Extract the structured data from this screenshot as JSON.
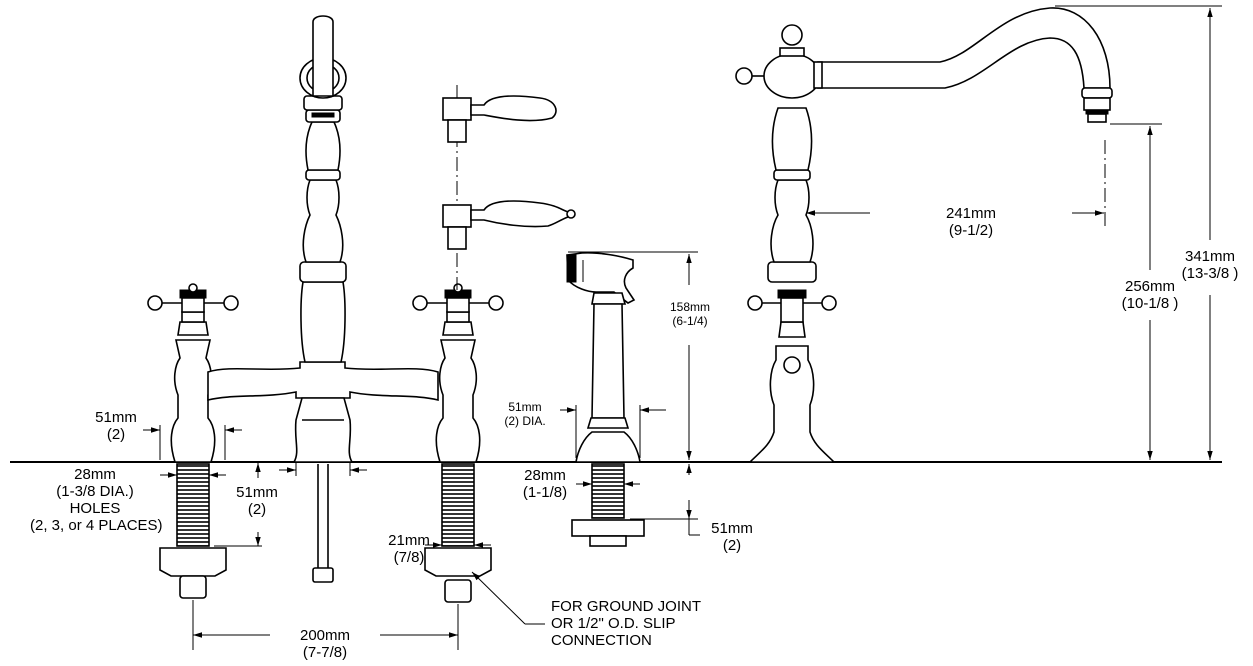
{
  "colors": {
    "line": "#000000",
    "background": "#ffffff"
  },
  "labels": {
    "d51_bl_mm": "51mm",
    "d51_bl_in": "(2)",
    "d28_l_mm": "28mm",
    "d28_l_in": "(1-3/8 DIA.)",
    "holes": "HOLES",
    "places": "(2, 3, or 4 PLACES)",
    "d51_c_mm": "51mm",
    "d51_c_in": "(2)",
    "d21_mm": "21mm",
    "d21_in": "(7/8)",
    "d200_mm": "200mm",
    "d200_in": "(7-7/8)",
    "note1": "FOR GROUND JOINT",
    "note2": "OR 1/2\" O.D. SLIP",
    "note3": "CONNECTION",
    "d158_mm": "158mm",
    "d158_in": "(6-1/4)",
    "d51_s_mm": "51mm",
    "d51_s_in": "(2) DIA.",
    "d28_s_mm": "28mm",
    "d28_s_in": "(1-1/8)",
    "d51_sb_mm": "51mm",
    "d51_sb_in": "(2)",
    "d241_mm": "241mm",
    "d241_in": "(9-1/2)",
    "d256_mm": "256mm",
    "d256_in": "(10-1/8 )",
    "d341_mm": "341mm",
    "d341_in": "(13-3/8 )"
  }
}
